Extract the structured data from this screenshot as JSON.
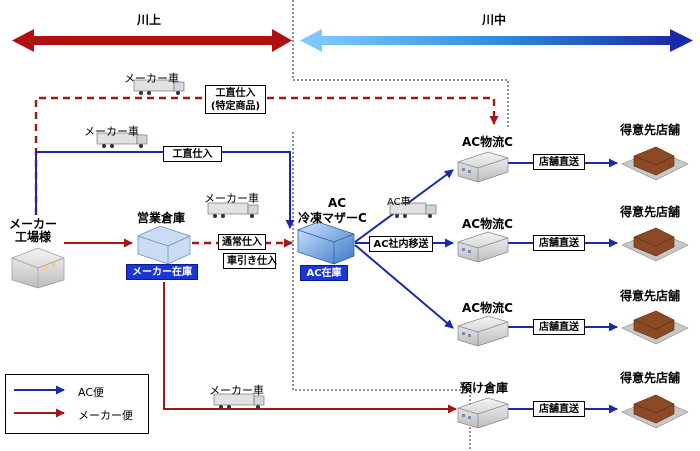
{
  "colors": {
    "ac_blue": "#1a2aa8",
    "maker_red": "#a01818",
    "band_red": "#b01010",
    "band_blue": "#2e8fe0",
    "stock_box": "#1c35d8"
  },
  "zones": {
    "upstream": "川上",
    "midstream": "川中"
  },
  "nodes": {
    "factory": "メーカー\n工場様",
    "warehouse": "営業倉庫",
    "maker_stock": "メーカー在庫",
    "ac_cold_1": "AC",
    "ac_cold_2": "冷凍マザーC",
    "ac_stock": "AC在庫",
    "ac_dc": "AC物流C",
    "deposit_wh": "預け倉庫",
    "customer_store": "得意先店舗"
  },
  "routes": {
    "maker_truck": "メーカー車",
    "ac_truck": "AC車",
    "direct_special": "工直仕入\n(特定商品)",
    "direct": "工直仕入",
    "normal_purchase": "通常仕入",
    "pull_purchase": "車引き仕入",
    "ac_internal": "AC社内移送",
    "store_direct": "店舗直送"
  },
  "legend": {
    "ac": "AC便",
    "maker": "メーカー便"
  },
  "icons": [
    "truck-icon",
    "factory-icon",
    "warehouse-icon",
    "distribution-center-icon",
    "store-icon"
  ]
}
